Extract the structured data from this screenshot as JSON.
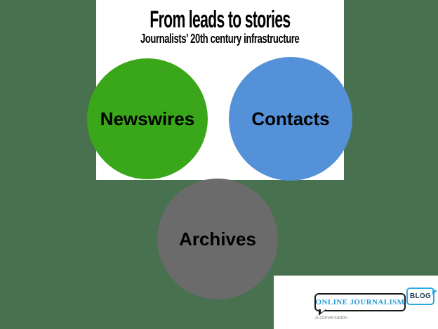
{
  "canvas": {
    "background": "#48714f"
  },
  "slide": {
    "title": "From leads to stories",
    "subtitle": "Journalists' 20th century infrastructure",
    "text_color": "#000000",
    "panel_color": "#ffffff"
  },
  "circles": [
    {
      "id": "newswires",
      "label": "Newswires",
      "color": "#3aa619",
      "label_color": "#000000"
    },
    {
      "id": "contacts",
      "label": "Contacts",
      "color": "#5591d9",
      "label_color": "#000000"
    },
    {
      "id": "archives",
      "label": "Archives",
      "color": "#6b6b6b",
      "label_color": "#000000"
    }
  ],
  "logo": {
    "name": "ONLINE JOURNALISM",
    "badge": "BLOG",
    "tagline": "A conversation.",
    "name_color": "#2a9ad3",
    "badge_border_color": "#29abe2",
    "badge_text_color": "#1c3c55",
    "box_border_color": "#1a1a1a",
    "panel_color": "#ffffff",
    "tagline_color": "#8a8a8a"
  }
}
